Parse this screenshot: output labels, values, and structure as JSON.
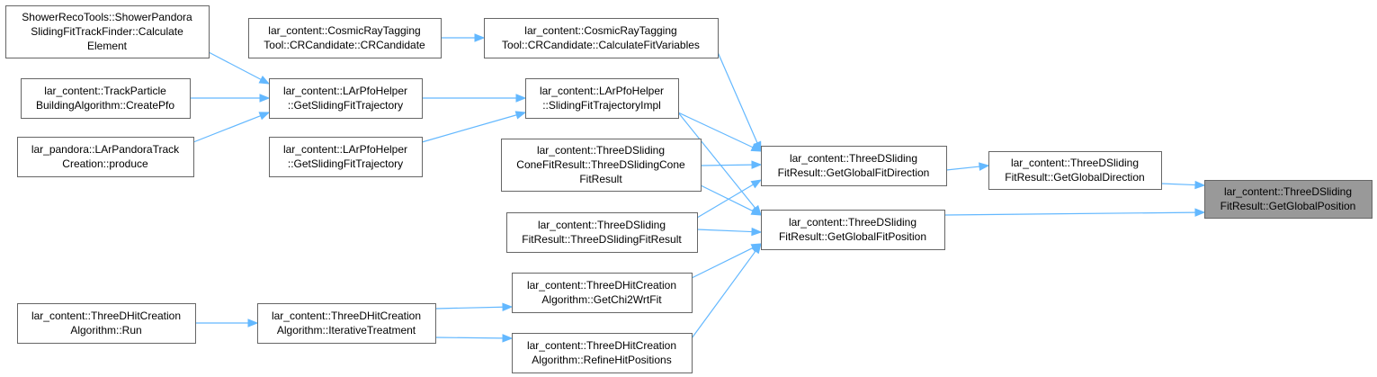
{
  "colors": {
    "edge": "#63b8ff",
    "node_border": "#666666",
    "node_fill": "#ffffff",
    "root_fill": "#999999"
  },
  "nodes": [
    {
      "id": "root",
      "lines": [
        "lar_content::ThreeDSliding",
        "FitResult::GetGlobalPosition"
      ],
      "root": true
    },
    {
      "id": "getGlobalDirection",
      "lines": [
        "lar_content::ThreeDSliding",
        "FitResult::GetGlobalDirection"
      ]
    },
    {
      "id": "getGlobalFitDirection",
      "lines": [
        "lar_content::ThreeDSliding",
        "FitResult::GetGlobalFitDirection"
      ]
    },
    {
      "id": "getGlobalFitPosition",
      "lines": [
        "lar_content::ThreeDSliding",
        "FitResult::GetGlobalFitPosition"
      ]
    },
    {
      "id": "calculateFitVariables",
      "lines": [
        "lar_content::CosmicRayTagging",
        "Tool::CRCandidate::CalculateFitVariables"
      ]
    },
    {
      "id": "crCandidateCtor",
      "lines": [
        "lar_content::CosmicRayTagging",
        "Tool::CRCandidate::CRCandidate"
      ]
    },
    {
      "id": "slidingFitTrajectoryImpl",
      "lines": [
        "lar_content::LArPfoHelper",
        "::SlidingFitTrajectoryImpl"
      ]
    },
    {
      "id": "getSlidingFitTrajectoryA",
      "lines": [
        "lar_content::LArPfoHelper",
        "::GetSlidingFitTrajectory"
      ]
    },
    {
      "id": "getSlidingFitTrajectoryB",
      "lines": [
        "lar_content::LArPfoHelper",
        "::GetSlidingFitTrajectory"
      ]
    },
    {
      "id": "showerCalculateElement",
      "lines": [
        "ShowerRecoTools::ShowerPandora",
        "SlidingFitTrackFinder::Calculate",
        "Element"
      ]
    },
    {
      "id": "trackParticleCreatePfo",
      "lines": [
        "lar_content::TrackParticle",
        "BuildingAlgorithm::CreatePfo"
      ]
    },
    {
      "id": "larPandoraProduce",
      "lines": [
        "lar_pandora::LArPandoraTrack",
        "Creation::produce"
      ]
    },
    {
      "id": "coneFitResult",
      "lines": [
        "lar_content::ThreeDSliding",
        "ConeFitResult::ThreeDSlidingCone",
        "FitResult"
      ]
    },
    {
      "id": "threeDSlidingFitResultCtor",
      "lines": [
        "lar_content::ThreeDSliding",
        "FitResult::ThreeDSlidingFitResult"
      ]
    },
    {
      "id": "getChi2WrtFit",
      "lines": [
        "lar_content::ThreeDHitCreation",
        "Algorithm::GetChi2WrtFit"
      ]
    },
    {
      "id": "refineHitPositions",
      "lines": [
        "lar_content::ThreeDHitCreation",
        "Algorithm::RefineHitPositions"
      ]
    },
    {
      "id": "iterativeTreatment",
      "lines": [
        "lar_content::ThreeDHitCreation",
        "Algorithm::IterativeTreatment"
      ]
    },
    {
      "id": "hitCreationRun",
      "lines": [
        "lar_content::ThreeDHitCreation",
        "Algorithm::Run"
      ]
    }
  ],
  "edges": [
    {
      "from": "getGlobalDirection",
      "to": "root"
    },
    {
      "from": "getGlobalFitPosition",
      "to": "root"
    },
    {
      "from": "getGlobalFitDirection",
      "to": "getGlobalDirection"
    },
    {
      "from": "calculateFitVariables",
      "to": "getGlobalFitDirection"
    },
    {
      "from": "slidingFitTrajectoryImpl",
      "to": "getGlobalFitDirection"
    },
    {
      "from": "coneFitResult",
      "to": "getGlobalFitDirection"
    },
    {
      "from": "threeDSlidingFitResultCtor",
      "to": "getGlobalFitDirection"
    },
    {
      "from": "slidingFitTrajectoryImpl",
      "to": "getGlobalFitPosition"
    },
    {
      "from": "coneFitResult",
      "to": "getGlobalFitPosition"
    },
    {
      "from": "threeDSlidingFitResultCtor",
      "to": "getGlobalFitPosition"
    },
    {
      "from": "getChi2WrtFit",
      "to": "getGlobalFitPosition"
    },
    {
      "from": "refineHitPositions",
      "to": "getGlobalFitPosition"
    },
    {
      "from": "crCandidateCtor",
      "to": "calculateFitVariables"
    },
    {
      "from": "getSlidingFitTrajectoryA",
      "to": "slidingFitTrajectoryImpl"
    },
    {
      "from": "getSlidingFitTrajectoryB",
      "to": "slidingFitTrajectoryImpl"
    },
    {
      "from": "showerCalculateElement",
      "to": "getSlidingFitTrajectoryA"
    },
    {
      "from": "trackParticleCreatePfo",
      "to": "getSlidingFitTrajectoryA"
    },
    {
      "from": "larPandoraProduce",
      "to": "getSlidingFitTrajectoryA"
    },
    {
      "from": "iterativeTreatment",
      "to": "getChi2WrtFit"
    },
    {
      "from": "iterativeTreatment",
      "to": "refineHitPositions"
    },
    {
      "from": "hitCreationRun",
      "to": "iterativeTreatment"
    }
  ]
}
